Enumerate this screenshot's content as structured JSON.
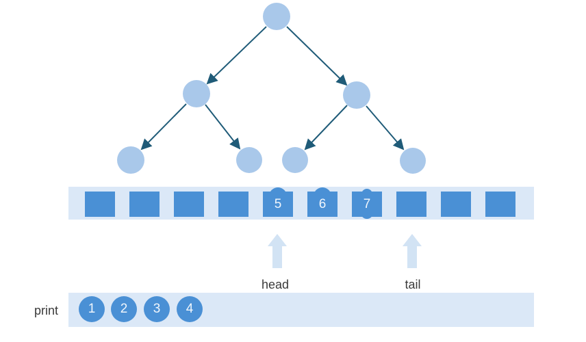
{
  "diagram": {
    "tree": {
      "node_count": 7,
      "levels": [
        1,
        2,
        4
      ],
      "edges": [
        [
          "root",
          "left-child"
        ],
        [
          "root",
          "right-child"
        ],
        [
          "left-child",
          "leaf-1"
        ],
        [
          "left-child",
          "leaf-2"
        ],
        [
          "right-child",
          "leaf-3"
        ],
        [
          "right-child",
          "leaf-4"
        ]
      ]
    }
  },
  "queue": {
    "cells": [
      "",
      "",
      "",
      "",
      "5",
      "6",
      "7",
      "",
      "",
      ""
    ]
  },
  "pointers": {
    "head_label": "head",
    "tail_label": "tail"
  },
  "print_row": {
    "label": "print",
    "values": [
      "1",
      "2",
      "3",
      "4"
    ]
  },
  "colors": {
    "tree_node": "#a9c8ea",
    "tree_edge": "#1f5b78",
    "queue_square": "#4a90d5",
    "bar_background": "#dbe8f7",
    "pointer_arrow": "#d2e3f4",
    "label_text": "#3a3a3a"
  }
}
